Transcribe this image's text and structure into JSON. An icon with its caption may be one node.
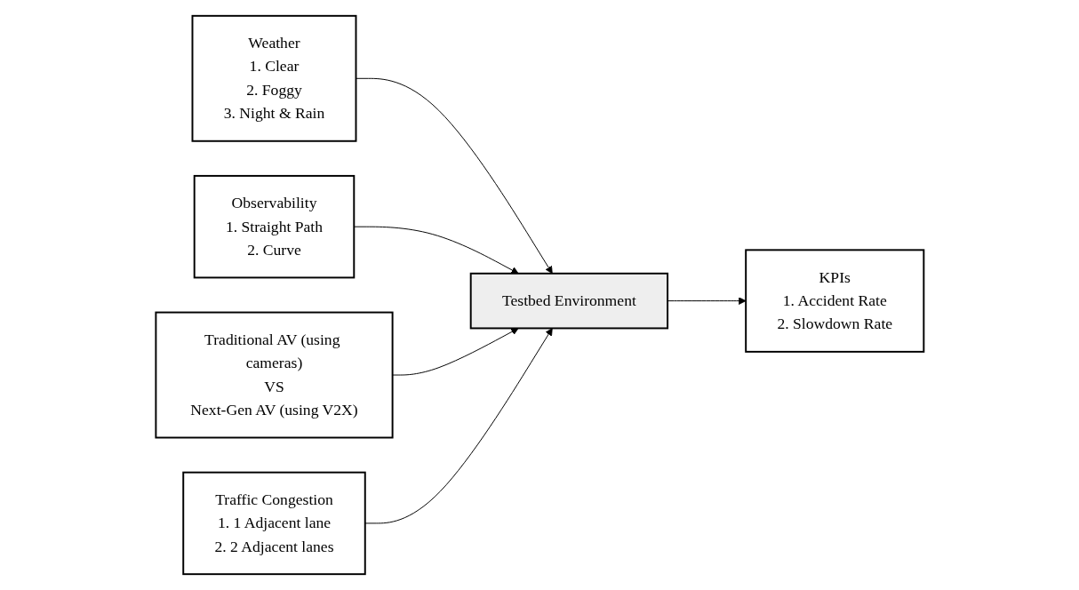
{
  "diagram": {
    "nodes": [
      {
        "text": [
          "Weather",
          "1. Clear",
          "2. Foggy",
          "3. Night & Rain"
        ]
      },
      {
        "text": [
          "Observability",
          "1. Straight Path",
          "2. Curve"
        ]
      },
      {
        "text": [
          "Traditional AV (using cameras)",
          "VS",
          "Next-Gen AV (using V2X)"
        ]
      },
      {
        "text": [
          "Testbed Environment"
        ]
      },
      {
        "text": [
          "KPIs",
          "1. Accident Rate",
          "2. Slowdown Rate"
        ]
      },
      {
        "text": [
          "Traffic Congestion",
          "1. 1 Adjacent lane",
          "2. 2 Adjacent lanes"
        ]
      }
    ],
    "edges": [
      {
        "from": 0,
        "to": 3,
        "arrow": "to"
      },
      {
        "from": 1,
        "to": 3,
        "arrow": "to"
      },
      {
        "from": 2,
        "to": 3,
        "arrow": "to"
      },
      {
        "from": 3,
        "to": 4,
        "arrow": "to"
      },
      {
        "from": 5,
        "to": 3,
        "arrow": "to"
      }
    ]
  }
}
